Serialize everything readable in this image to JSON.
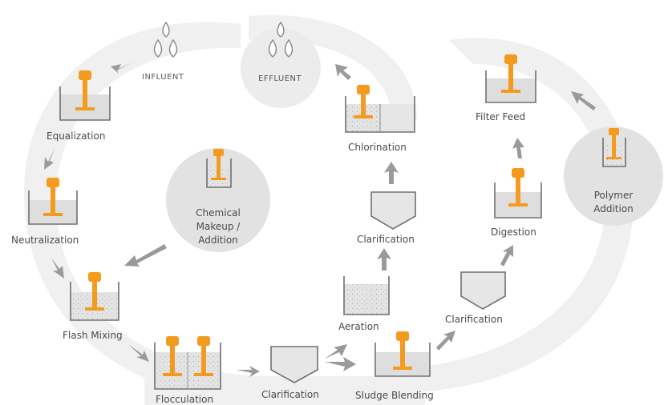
{
  "diagram": {
    "nodes": {
      "influent": "INFLUENT",
      "effluent": "EFFLUENT",
      "equalization": "Equalization",
      "neutralization": "Neutralization",
      "flash_mixing": "Flash Mixing",
      "flocculation": "Flocculation",
      "clarification_1": "Clarification",
      "aeration": "Aeration",
      "clarification_2": "Clarification",
      "chlorination": "Chlorination",
      "sludge_blending": "Sludge Blending",
      "clarification_3": "Clarification",
      "digestion": "Digestion",
      "filter_feed": "Filter Feed"
    },
    "chemical_addition": [
      "Chemical",
      "Makeup /",
      "Addition"
    ],
    "polymer_addition": [
      "Polymer",
      "Addition"
    ]
  },
  "colors": {
    "mixer": "#f39a1f",
    "band": "#eeeeee",
    "circle": "#e2e2e2",
    "text": "#4a4a4a"
  }
}
